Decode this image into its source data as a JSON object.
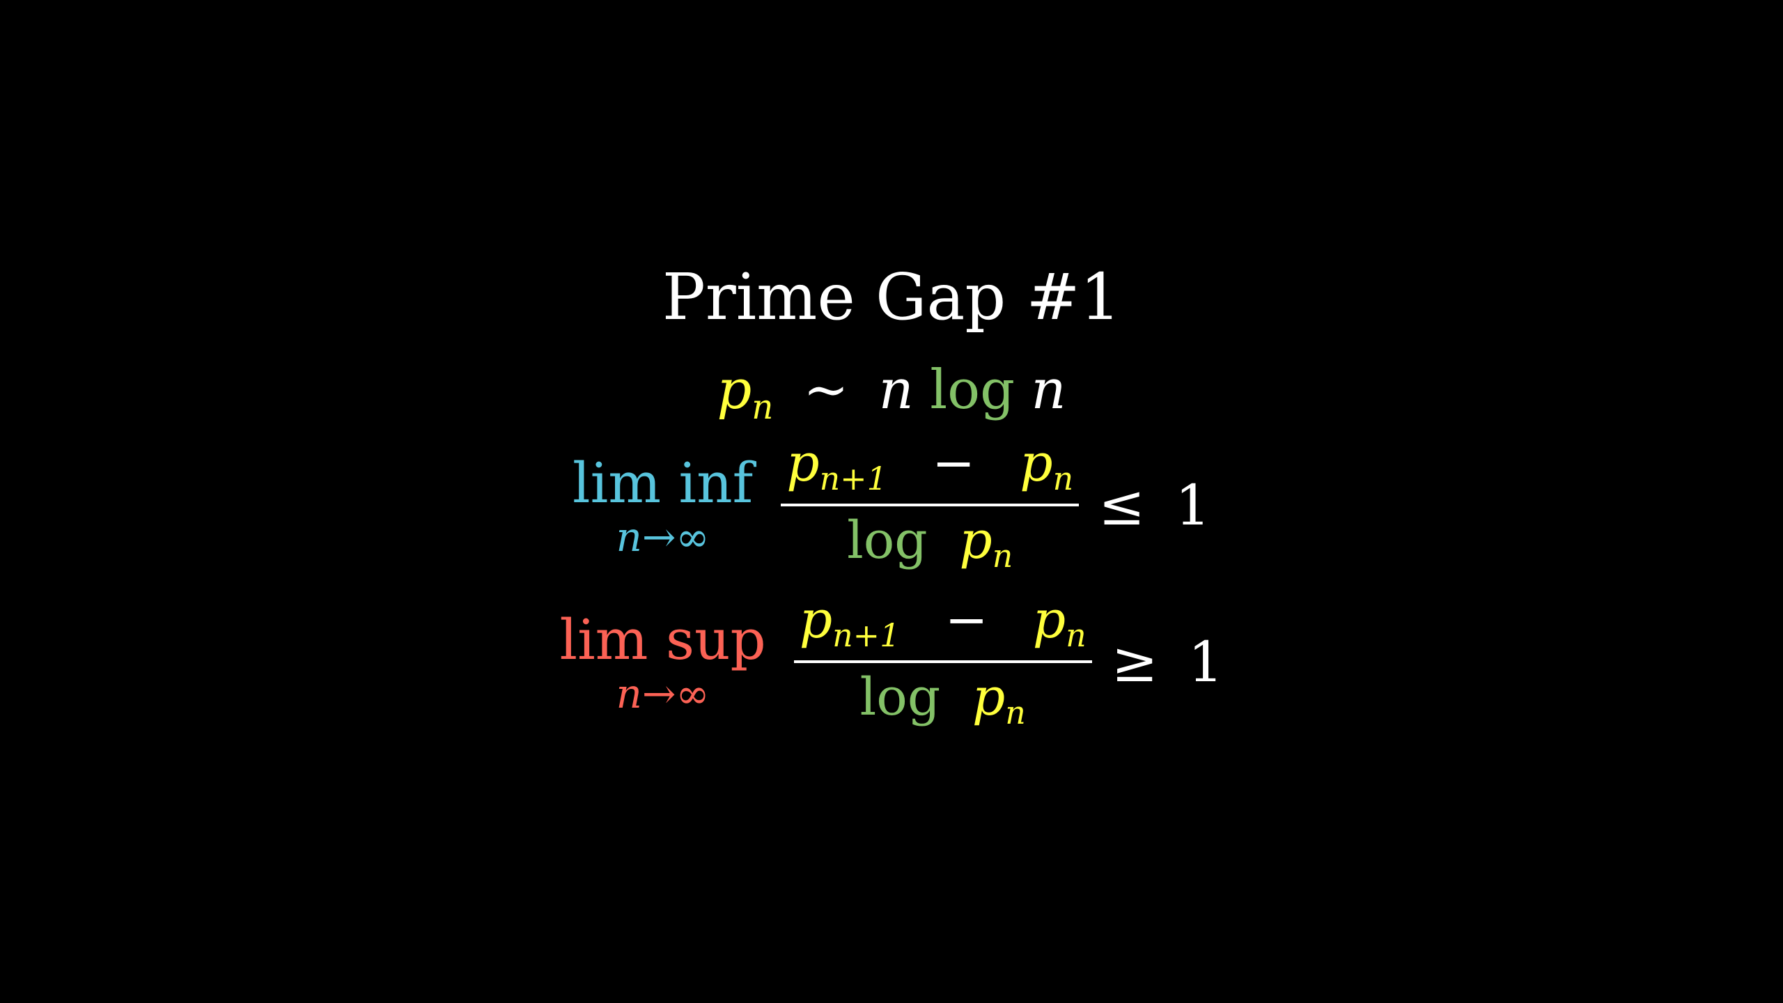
{
  "title": "Prime Gap #1",
  "colors": {
    "background": "#000000",
    "text": "#ffffff",
    "prime": "#ffff3c",
    "log": "#83c167",
    "liminf": "#58c4dd",
    "limsup": "#fc6255"
  },
  "eq1": {
    "lhs": "p",
    "lhs_sub": "n",
    "rel": "∼",
    "n1": "n",
    "log": "log",
    "n2": "n"
  },
  "eq2": {
    "op": "lim inf",
    "under": "n→∞",
    "num_p1": "p",
    "num_p1_sub": "n+1",
    "minus": "−",
    "num_p2": "p",
    "num_p2_sub": "n",
    "den_log": "log",
    "den_p": "p",
    "den_p_sub": "n",
    "rel": "≤",
    "rhs": "1"
  },
  "eq3": {
    "op": "lim sup",
    "under": "n→∞",
    "num_p1": "p",
    "num_p1_sub": "n+1",
    "minus": "−",
    "num_p2": "p",
    "num_p2_sub": "n",
    "den_log": "log",
    "den_p": "p",
    "den_p_sub": "n",
    "rel": "≥",
    "rhs": "1"
  }
}
